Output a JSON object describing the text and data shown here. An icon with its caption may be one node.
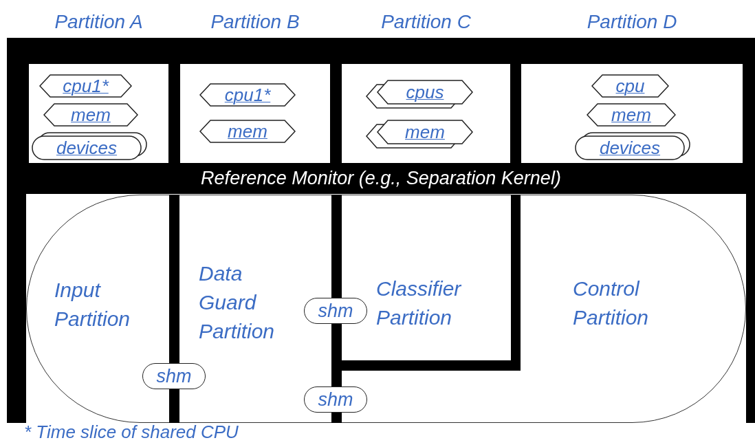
{
  "diagram": {
    "nodes": [
      {
        "text": [
          "Partition A"
        ]
      },
      {
        "text": [
          "cpu1*"
        ],
        "in": 0
      },
      {
        "text": [
          "mem"
        ],
        "in": 0
      },
      {
        "text": [
          "devices"
        ],
        "in": 0
      },
      {
        "text": [
          "Partition B"
        ]
      },
      {
        "text": [
          "cpu1*"
        ],
        "in": 4
      },
      {
        "text": [
          "mem"
        ],
        "in": 4
      },
      {
        "text": [
          "Partition C"
        ]
      },
      {
        "text": [
          "cpus"
        ],
        "in": 7
      },
      {
        "text": [
          "mem"
        ],
        "in": 7
      },
      {
        "text": [
          "Partition D"
        ]
      },
      {
        "text": [
          "cpu"
        ],
        "in": 10
      },
      {
        "text": [
          "mem"
        ],
        "in": 10
      },
      {
        "text": [
          "devices"
        ],
        "in": 10
      },
      {
        "text": [
          "Reference Monitor (e.g., Separation Kernel)"
        ]
      },
      {
        "text": [],
        "shape": "stadium"
      },
      {
        "text": [
          "Input Partition"
        ],
        "in": 15
      },
      {
        "text": [
          "Data Guard Partition"
        ],
        "in": 15
      },
      {
        "text": [
          "Classifier Partition"
        ],
        "in": 15
      },
      {
        "text": [
          "Control Partition"
        ],
        "in": 15
      },
      {
        "text": [
          "shm"
        ],
        "in": 15
      },
      {
        "text": [
          "shm"
        ],
        "in": 15
      },
      {
        "text": [
          "shm"
        ],
        "in": 15
      }
    ],
    "labels": [
      "* Time slice of shared CPU"
    ]
  }
}
